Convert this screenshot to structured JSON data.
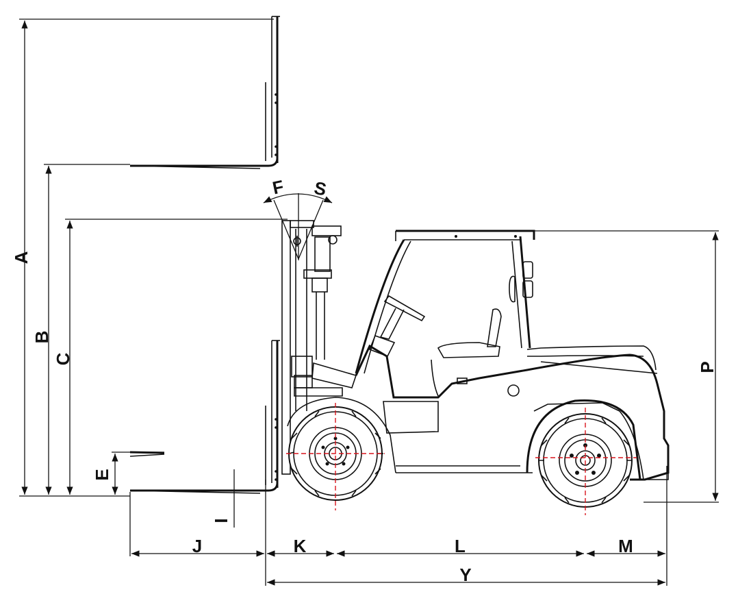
{
  "dimension_labels": {
    "A": "A",
    "B": "B",
    "C": "C",
    "E": "E",
    "I": "I",
    "F": "F",
    "S": "S",
    "J": "J",
    "K": "K",
    "L": "L",
    "M": "M",
    "Y": "Y",
    "P": "P"
  },
  "colors": {
    "line": "#111111",
    "axle_centerline": "#d8141c",
    "background": "#ffffff"
  }
}
